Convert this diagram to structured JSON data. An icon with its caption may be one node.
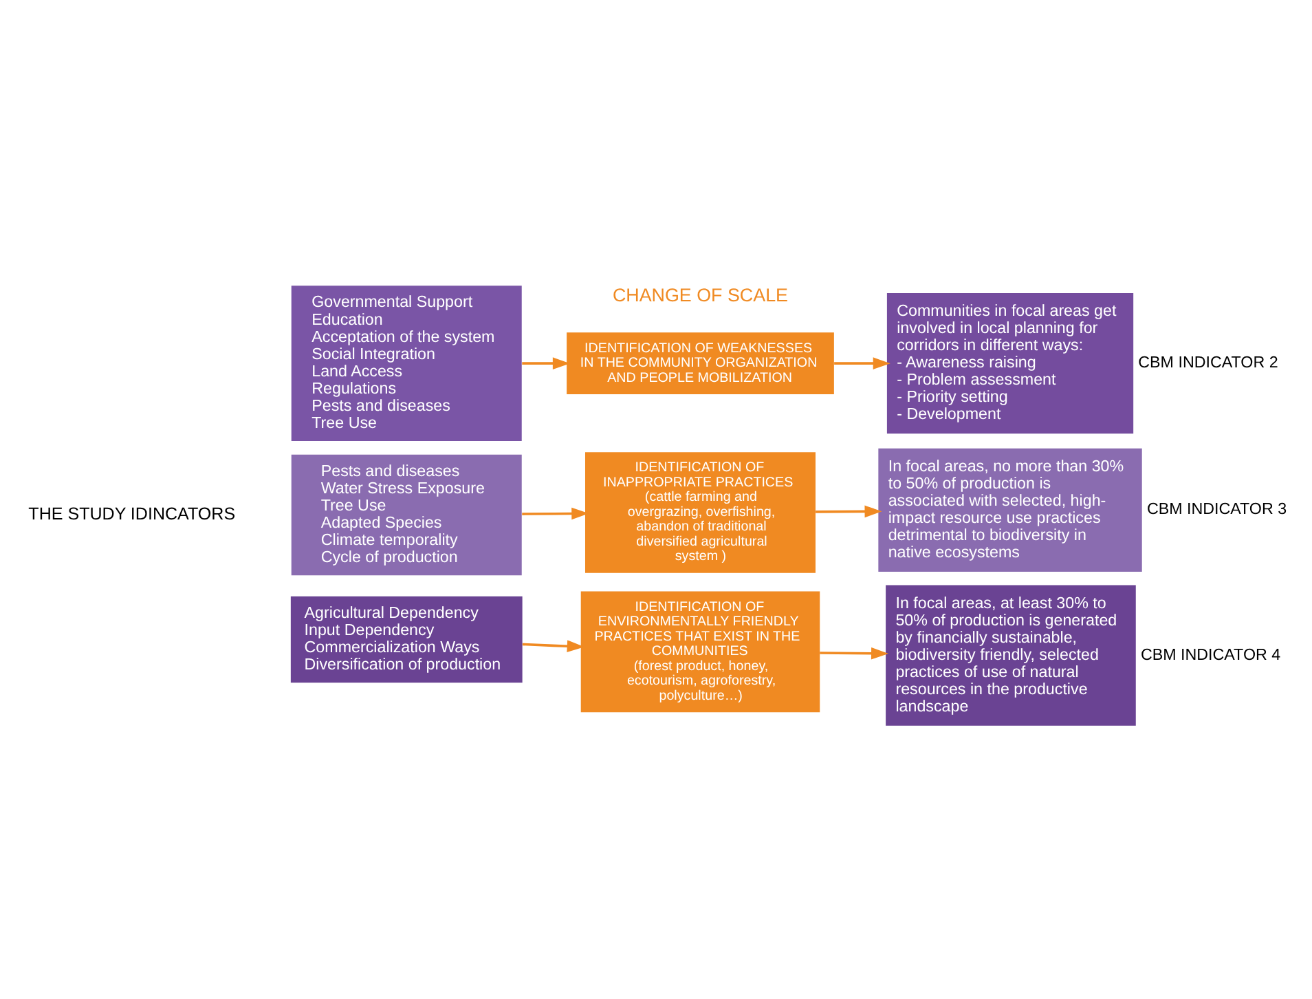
{
  "diagram": {
    "nodes": [
      {
        "text": [
          "Governmental Support",
          "Education",
          "Acceptation of the system",
          "Social Integration",
          "Land Access",
          "Regulations",
          "Pests and diseases",
          "Tree Use"
        ]
      },
      {
        "text": [
          "IDENTIFICATION OF WEAKNESSES IN THE COMMUNITY ORGANIZATION AND PEOPLE MOBILIZATION"
        ]
      },
      {
        "text": [
          "Communities in focal areas get involved in local planning for corridors in different ways:",
          "- Awareness raising",
          "- Problem assessment",
          "- Priority setting",
          "- Development"
        ],
        "beside": [
          "CBM INDICATOR 2"
        ]
      },
      {
        "text": [
          "Pests and diseases",
          "Water Stress Exposure",
          "Tree Use",
          "Adapted Species",
          "Climate temporality",
          "Cycle of production"
        ]
      },
      {
        "text": [
          "IDENTIFICATION OF INAPPROPRIATE PRACTICES",
          "(cattle farming and overgrazing, overfishing, abandon of traditional diversified agricultural system )"
        ]
      },
      {
        "text": [
          "In focal areas, no more than 30% to 50% of production is associated with selected, high-impact resource use practices detrimental to biodiversity in native ecosystems"
        ],
        "beside": [
          "CBM INDICATOR 3"
        ]
      },
      {
        "text": [
          "Agricultural Dependency",
          "Input Dependency",
          "Commercialization Ways",
          "Diversification of production"
        ]
      },
      {
        "text": [
          "IDENTIFICATION OF ENVIRONMENTALLY FRIENDLY PRACTICES THAT EXIST IN THE COMMUNITIES",
          "(forest product, honey, ecotourism, agroforestry, polyculture…)"
        ]
      },
      {
        "text": [
          "In focal areas, at least 30% to 50% of production is generated by financially sustainable, biodiversity friendly, selected practices of use of natural resources in the productive landscape"
        ],
        "beside": [
          "CBM INDICATOR 4"
        ]
      }
    ],
    "edges": [
      {
        "from": 0,
        "to": 1,
        "arrow": "to"
      },
      {
        "from": 1,
        "to": 2,
        "arrow": "to"
      },
      {
        "from": 3,
        "to": 4,
        "arrow": "to"
      },
      {
        "from": 4,
        "to": 5,
        "arrow": "to"
      },
      {
        "from": 6,
        "to": 7,
        "arrow": "to"
      },
      {
        "from": 7,
        "to": 8,
        "arrow": "to"
      }
    ],
    "labels": [
      "CHANGE OF SCALE",
      "THE STUDY IDINCATORS"
    ]
  }
}
